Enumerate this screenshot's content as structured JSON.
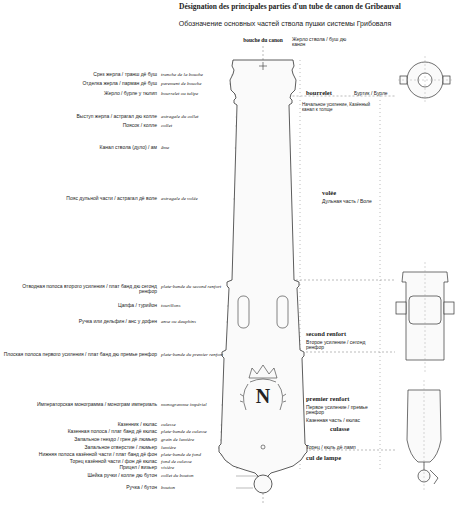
{
  "diagram": {
    "title": "Désignation des principales parties d'un tube de canon de Gribeauval",
    "labels": [
      "Обозначение основных частей ствола пушки системы Грибоваля",
      "Срез жерла / транш дё буш",
      "tranche de la bouche",
      "Отделка жерла / парман дё буш",
      "parement de bouche",
      "Жерло / бурле у тюлип",
      "bourrelet ou tulipe",
      "Выступ жерла / астрагал дю колле",
      "astragale du collet",
      "Поясок / колле",
      "collet",
      "Канал ствола (дуло) / ам",
      "âme",
      "Пояс дульной части / астрагал дё воле",
      "astragale de volée",
      "Отводная полоса второго усиления / плат банд дю сегонд ренфор",
      "plate-bande du second renfort",
      "Цапфа / турийон",
      "tourillons",
      "Ручка или дельфин / анс у дофен",
      "anse ou dauphins",
      "Плоская полоса первого усиления / плат банд дю премье ренфор",
      "plate-bande du premier renfort",
      "Императорская монограмма / монограм империаль",
      "monogramme impérial",
      "Казенник / кюлас",
      "culasse",
      "Казенная полоса / плат банд дё кюлас",
      "plate-bande de culasse",
      "Запальное гнездо / грен дё люмьер",
      "grain de lumière",
      "Запальное отверстие / люмьер",
      "lumière",
      "Нижняя полоса казённой части / плат банд дё фон",
      "plate-bande de fond",
      "Торец казённой части / фон дё кюлас",
      "fond de culasse",
      "Прицел / визьер",
      "visière",
      "Шейка ручки / колле дю бутон",
      "collet du bouton",
      "Ручка / бутон",
      "bouton",
      "bouche du canon",
      "Жерло ствола / буш дю канон",
      "bourrelet",
      "Буртик / Бурле",
      "Начальное усиление, Казённый канал к толще",
      "volée",
      "Дульная часть / Воле",
      "second renfort",
      "Второе усиление / сегонд ренфор",
      "premier renfort",
      "Первое усиление / премье ренфор",
      "Казенная часть / кюлас",
      "culasse",
      "Торец / кюль дё ламп",
      "cul de lampe",
      "N"
    ]
  }
}
